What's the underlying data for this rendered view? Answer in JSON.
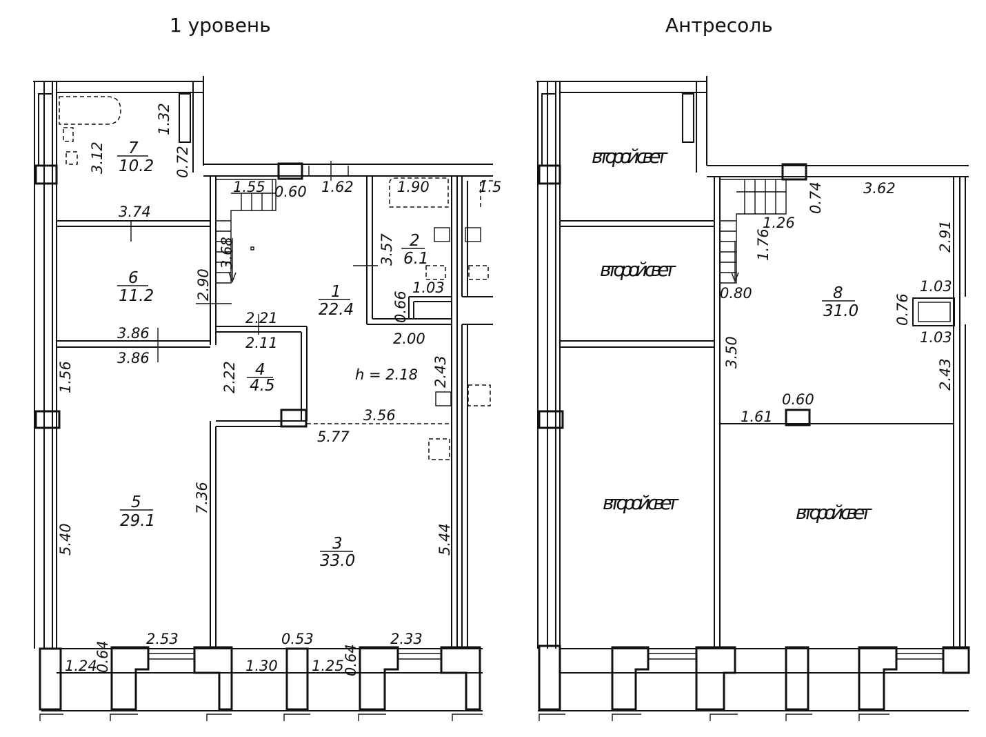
{
  "headings": {
    "left": "1 уровень",
    "right": "Антресоль"
  },
  "level1": {
    "rooms": [
      {
        "num": "7",
        "area": "10.2"
      },
      {
        "num": "6",
        "area": "11.2"
      },
      {
        "num": "1",
        "area": "22.4"
      },
      {
        "num": "2",
        "area": "6.1"
      },
      {
        "num": "4",
        "area": "4.5"
      },
      {
        "num": "5",
        "area": "29.1"
      },
      {
        "num": "3",
        "area": "33.0"
      }
    ],
    "dims": [
      "1.32",
      "3.12",
      "0.72",
      "3.74",
      "2.90",
      "1.55",
      "0.60",
      "1.62",
      "3.68",
      "1.90",
      "3.57",
      "1.03",
      "0.66",
      "2.21",
      "2.11",
      "2.00",
      "3.86",
      "3.86",
      "2.22",
      "2.43",
      "1.56",
      "3.56",
      "5.77",
      "7.36",
      "5.40",
      "5.44",
      "2.53",
      "0.53",
      "2.33",
      "1.24",
      "0.64",
      "1.30",
      "1.25",
      "0.64",
      "1.5"
    ],
    "height_note": "h = 2.18"
  },
  "mezzanine": {
    "second_light": "второй свет",
    "room": {
      "num": "8",
      "area": "31.0"
    },
    "dims": [
      "0.74",
      "3.62",
      "1.26",
      "1.76",
      "2.91",
      "0.80",
      "1.03",
      "0.76",
      "1.03",
      "3.50",
      "2.43",
      "0.60",
      "1.61"
    ]
  }
}
